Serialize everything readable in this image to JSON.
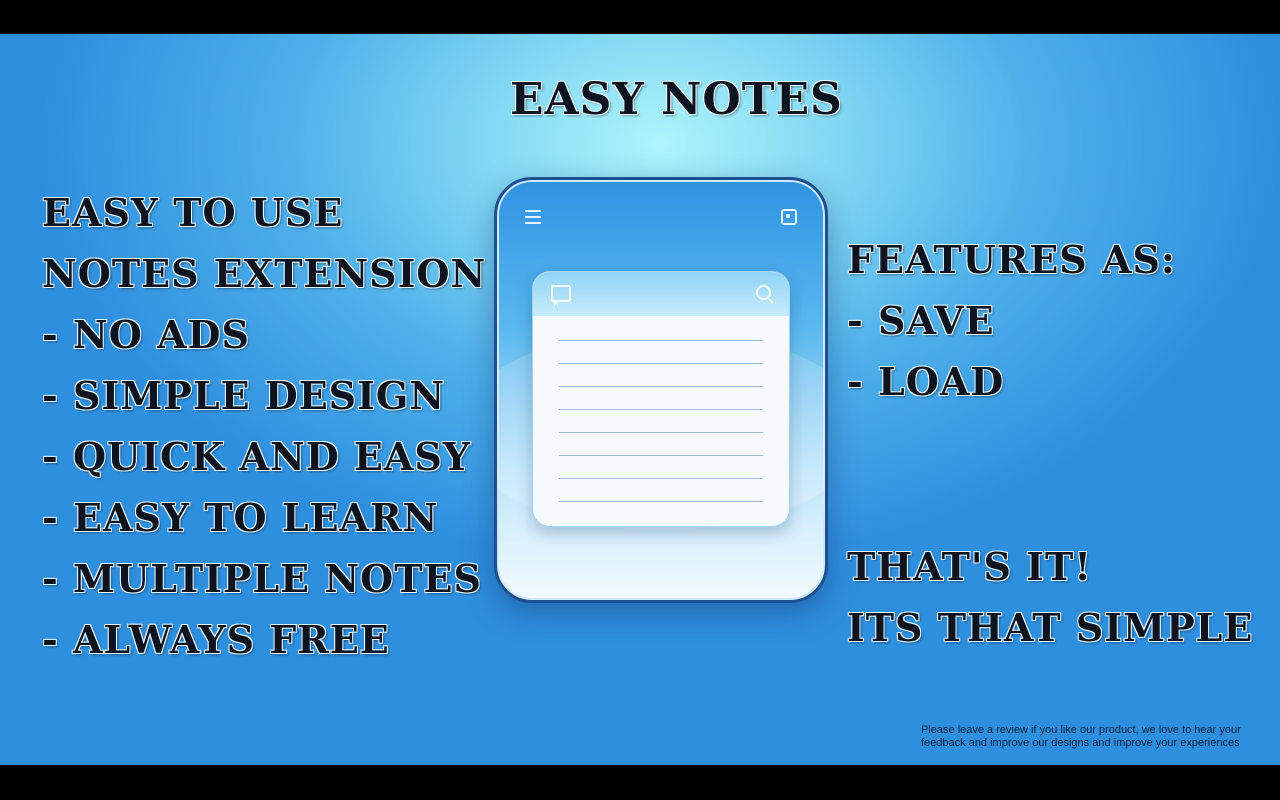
{
  "title": "Easy Notes",
  "left_lines": [
    "Easy to use",
    "notes extension",
    "- No ads",
    "- Simple design",
    "- Quick and easy",
    "- Easy to learn",
    "- Multiple notes",
    "- Always free"
  ],
  "right_top_lines": [
    "Features as:",
    "- Save",
    "- Load"
  ],
  "right_bottom_lines": [
    "That's it!",
    "Its that simple"
  ],
  "footer": "Please leave a review if you like our product, we love to hear your feedback and improve our designs and improve your experiences",
  "device": {
    "icons": [
      "menu-icon",
      "new-note-icon",
      "chat-icon",
      "search-icon"
    ]
  },
  "colors": {
    "background_top": "#aef4fb",
    "background_bottom": "#2f8fdf",
    "text": "#0d1420",
    "text_outline": "#e8f6ff"
  }
}
